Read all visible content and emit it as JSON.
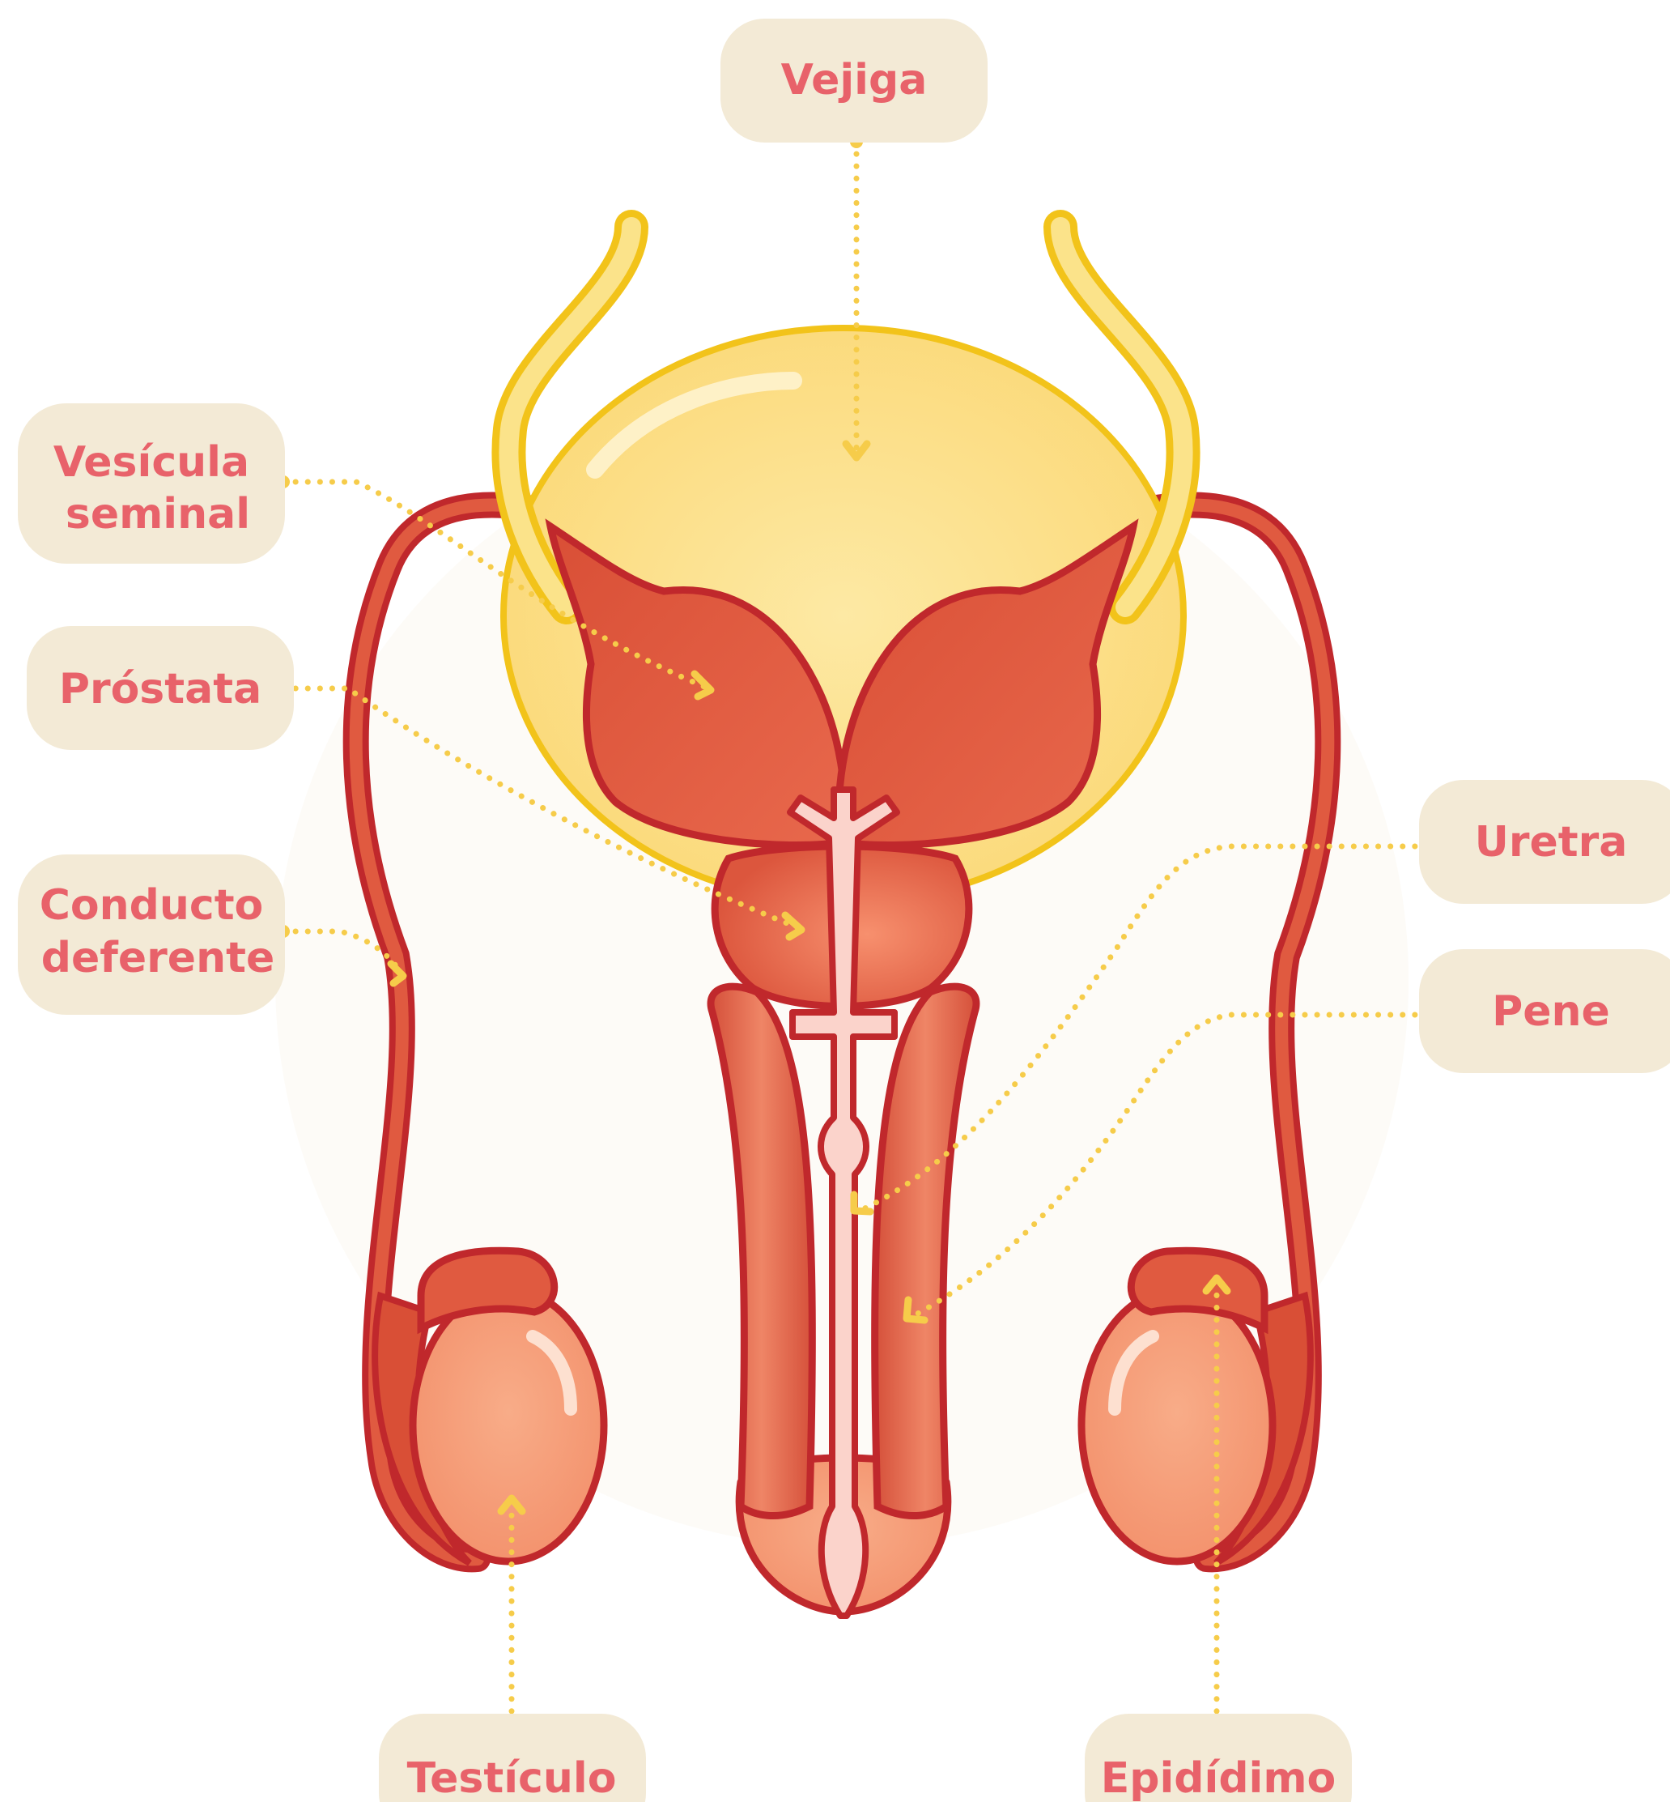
{
  "labels": {
    "vejiga": "Vejiga",
    "vesicula_line1": "Vesícula",
    "vesicula_line2": "seminal",
    "prostata": "Próstata",
    "conducto_line1": "Conducto",
    "conducto_line2": "deferente",
    "uretra": "Uretra",
    "pene": "Pene",
    "testiculo": "Testículo",
    "epididimo": "Epidídimo"
  },
  "colors": {
    "label_background": "#f3ead6",
    "label_text": "#e8626a",
    "leader_line": "#f6cc4a",
    "bladder": "#fbe08e",
    "bladder_outline": "#f2c31a",
    "organ_red": "#d9533b",
    "organ_outline": "#c0282c",
    "testis_peach": "#f7a27c",
    "urethra": "#fbd3cb"
  }
}
